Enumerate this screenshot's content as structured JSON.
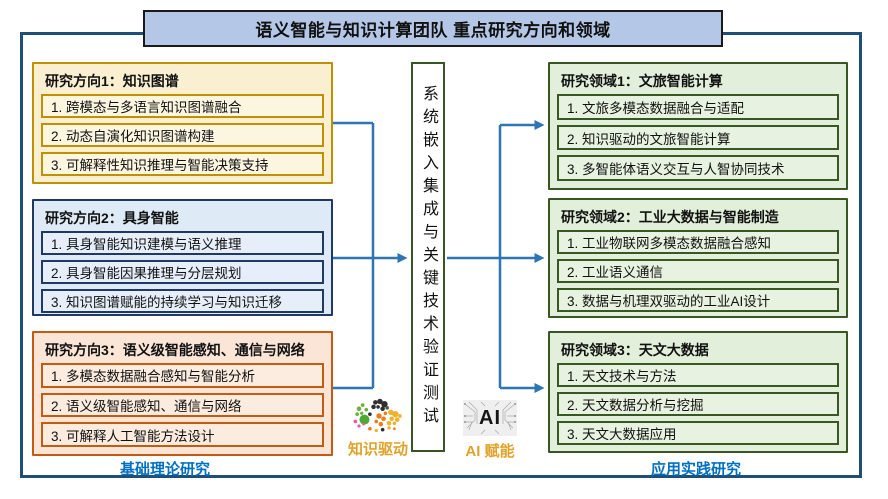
{
  "title": "语义智能与知识计算团队 重点研究方向和领域",
  "center_pipeline": "系统嵌入集成与关键技术验证测试",
  "left_column": {
    "footer": "基础理论研究",
    "boxes": [
      {
        "title": "研究方向1：知识图谱",
        "items": [
          "1. 跨模态与多语言知识图谱融合",
          "2. 动态自演化知识图谱构建",
          "3. 可解释性知识推理与智能决策支持"
        ]
      },
      {
        "title": "研究方向2：具身智能",
        "items": [
          "1. 具身智能知识建模与语义推理",
          "2. 具身智能因果推理与分层规划",
          "3. 知识图谱赋能的持续学习与知识迁移"
        ]
      },
      {
        "title": "研究方向3：语义级智能感知、通信与网络",
        "items": [
          "1. 多模态数据融合感知与智能分析",
          "2. 语义级智能感知、通信与网络",
          "3. 可解释人工智能方法设计"
        ]
      }
    ]
  },
  "right_column": {
    "footer": "应用实践研究",
    "boxes": [
      {
        "title": "研究领域1：文旅智能计算",
        "items": [
          "1. 文旅多模态数据融合与适配",
          "2. 知识驱动的文旅智能计算",
          "3. 多智能体语义交互与人智协同技术"
        ]
      },
      {
        "title": "研究领域2：工业大数据与智能制造",
        "items": [
          "1. 工业物联网多模态数据融合感知",
          "2. 工业语义通信",
          "3. 数据与机理双驱动的工业AI设计"
        ]
      },
      {
        "title": "研究领域3：天文大数据",
        "items": [
          "1. 天文技术与方法",
          "2. 天文数据分析与挖掘",
          "3. 天文大数据应用"
        ]
      }
    ]
  },
  "badges": {
    "knowledge": {
      "icon": "knowledge-graph-cluster-icon",
      "label": "知识驱动"
    },
    "ai": {
      "icon": "ai-circuit-icon",
      "icon_text": "AI",
      "label": "AI 赋能"
    }
  },
  "colors": {
    "outer_border": "#1F4E79",
    "title_fill": "#B4C7E7",
    "arrow": "#2E75B6",
    "direction1_border": "#BF9000",
    "direction1_fill": "#FAEFD0",
    "direction2_border": "#1F3864",
    "direction2_fill": "#DEEAF6",
    "direction3_border": "#C55A11",
    "direction3_fill": "#FBE5D6",
    "domain_border": "#385723",
    "domain_fill": "#E2EFDA",
    "center_border": "#375623",
    "footer_text": "#0070C0",
    "badge_label": "#DFA32B"
  }
}
